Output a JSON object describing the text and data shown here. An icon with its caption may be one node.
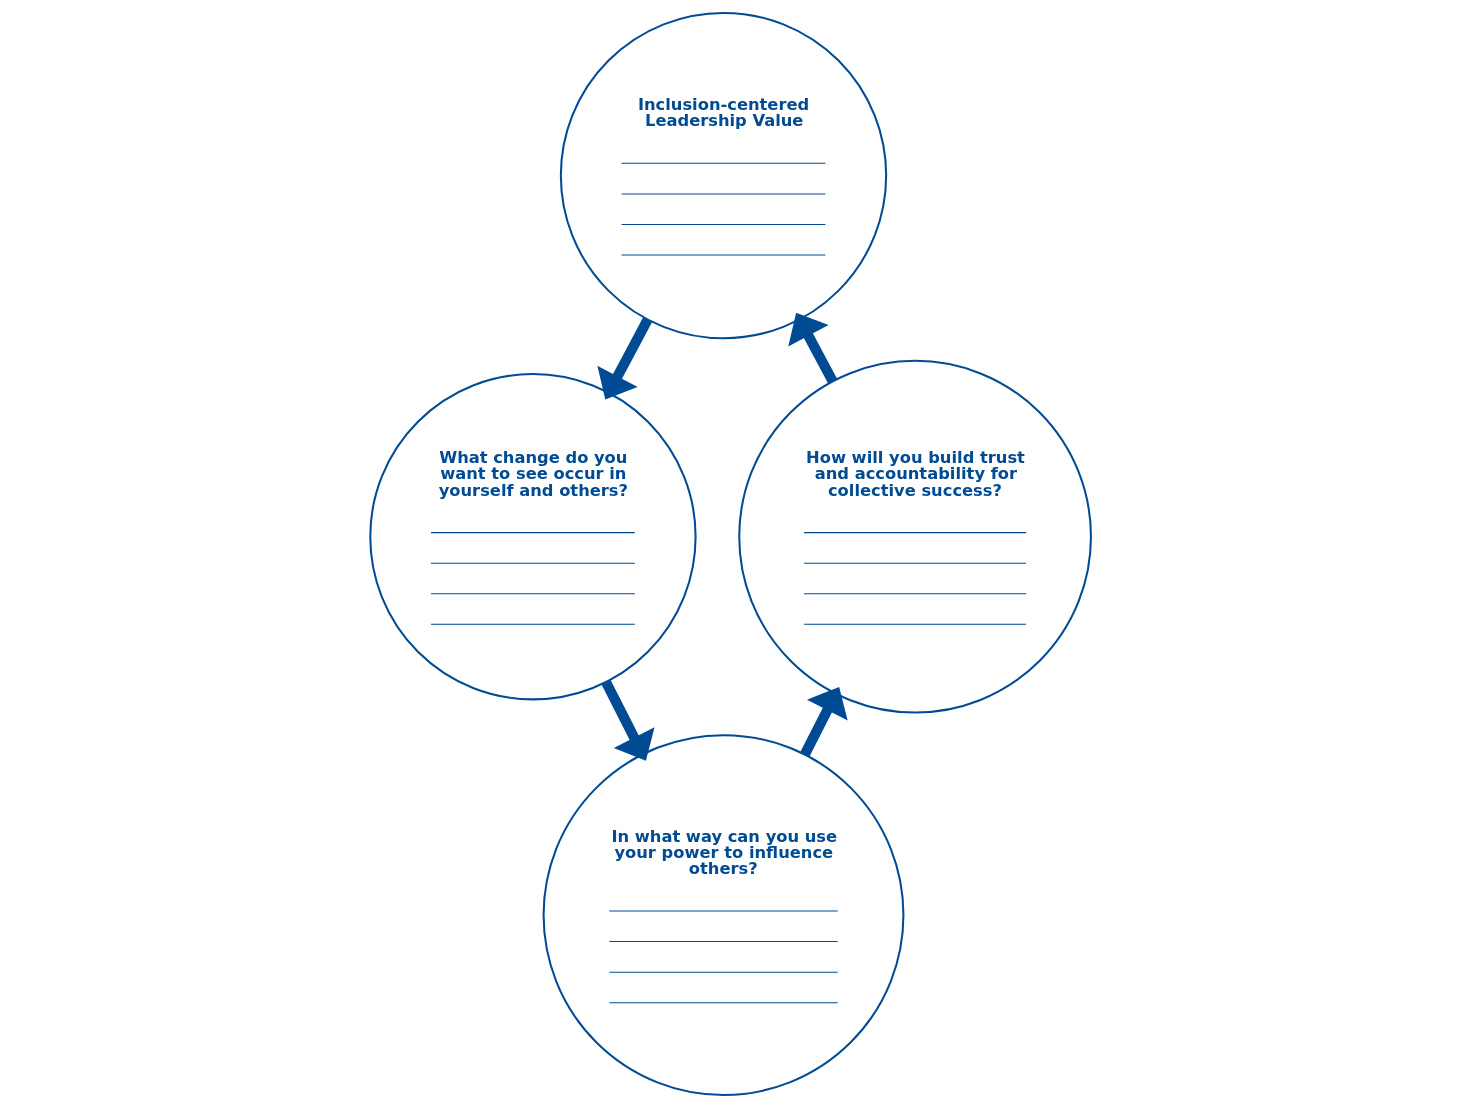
{
  "diagram": {
    "nodes": [
      {
        "text": [
          "Inclusion-centered Leadership Value"
        ]
      },
      {
        "text": [
          "How will you build trust and accountability for collective success?"
        ]
      },
      {
        "text": [
          "What change do you want to see occur in yourself and others?"
        ]
      },
      {
        "text": [
          "In what way can you use your power to influence others?"
        ]
      }
    ],
    "edges": [
      {
        "from": 0,
        "to": 2,
        "arrow": "to"
      },
      {
        "from": 2,
        "to": 3,
        "arrow": "to"
      },
      {
        "from": 3,
        "to": 1,
        "arrow": "to"
      },
      {
        "from": 1,
        "to": 0,
        "arrow": "to"
      }
    ]
  }
}
